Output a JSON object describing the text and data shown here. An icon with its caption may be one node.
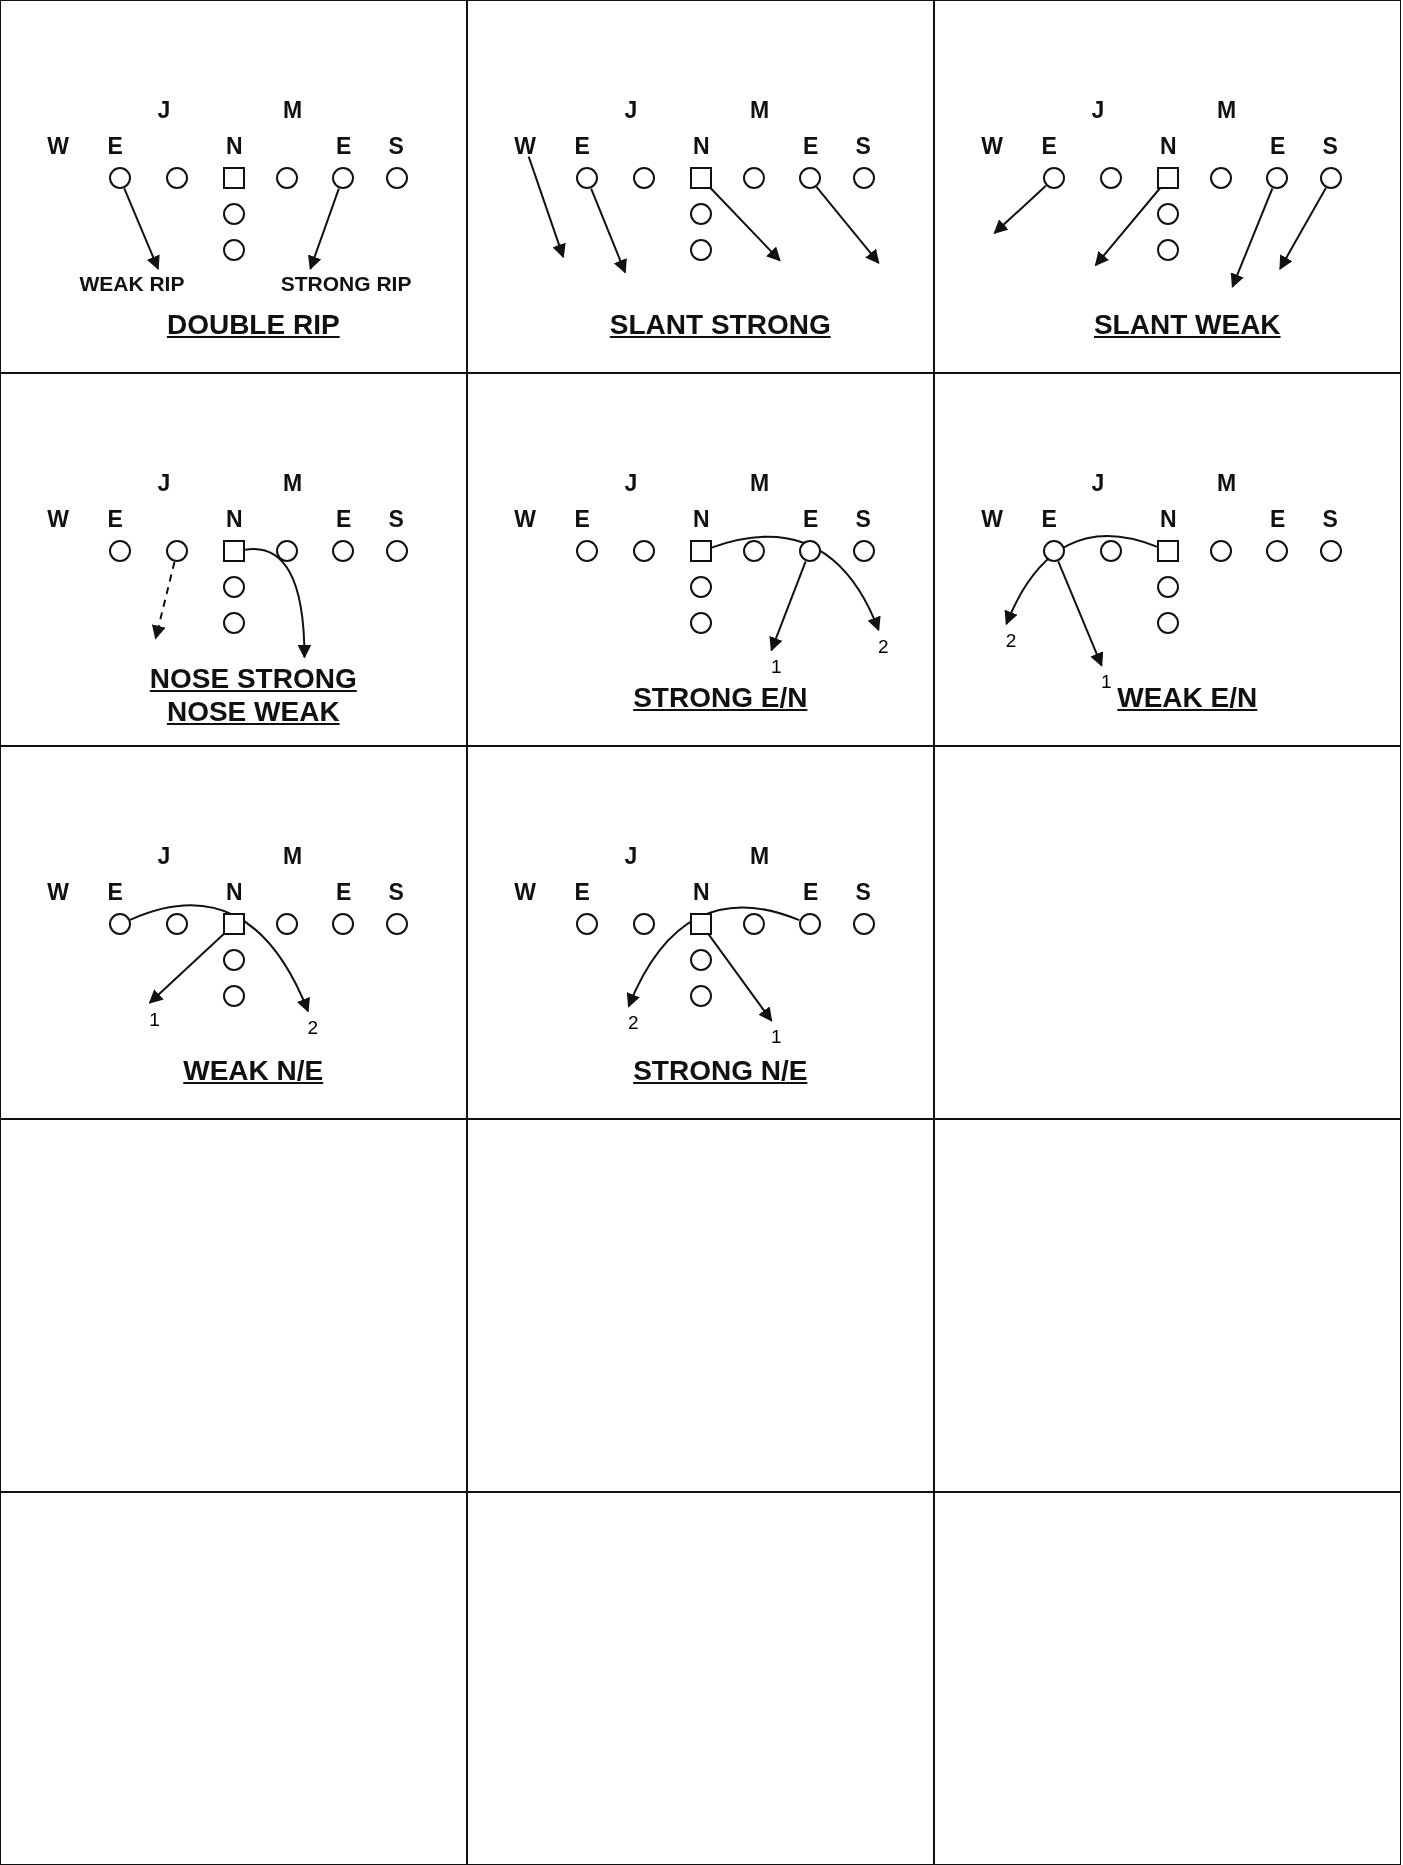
{
  "diagram": {
    "nodes": [
      {
        "text": [
          "DOUBLE RIP"
        ]
      },
      {
        "text": [],
        "shape": "circle",
        "in": 0
      },
      {
        "text": [],
        "shape": "circle",
        "in": 0
      },
      {
        "text": [],
        "shape": "box",
        "in": 0
      },
      {
        "text": [],
        "shape": "circle",
        "in": 0
      },
      {
        "text": [],
        "shape": "circle",
        "in": 0
      },
      {
        "text": [],
        "shape": "circle",
        "in": 0
      },
      {
        "text": [],
        "shape": "circle",
        "in": 0
      },
      {
        "text": [],
        "shape": "circle",
        "in": 0
      },
      {
        "text": [
          "WEAK RIP"
        ],
        "in": 0
      },
      {
        "text": [
          "STRONG RIP"
        ],
        "in": 0
      },
      {
        "text": [
          "SLANT STRONG"
        ]
      },
      {
        "text": [
          "W"
        ],
        "in": 11
      },
      {
        "text": [],
        "shape": "circle",
        "in": 11
      },
      {
        "text": [],
        "shape": "circle",
        "in": 11
      },
      {
        "text": [],
        "shape": "box",
        "in": 11
      },
      {
        "text": [],
        "shape": "circle",
        "in": 11
      },
      {
        "text": [],
        "shape": "circle",
        "in": 11
      },
      {
        "text": [],
        "shape": "circle",
        "in": 11
      },
      {
        "text": [],
        "shape": "circle",
        "in": 11
      },
      {
        "text": [],
        "shape": "circle",
        "in": 11
      },
      {
        "text": [
          "SLANT WEAK"
        ]
      },
      {
        "text": [],
        "shape": "circle",
        "in": 21
      },
      {
        "text": [],
        "shape": "circle",
        "in": 21
      },
      {
        "text": [],
        "shape": "box",
        "in": 21
      },
      {
        "text": [],
        "shape": "circle",
        "in": 21
      },
      {
        "text": [],
        "shape": "circle",
        "in": 21
      },
      {
        "text": [],
        "shape": "circle",
        "in": 21
      },
      {
        "text": [],
        "shape": "circle",
        "in": 21
      },
      {
        "text": [],
        "shape": "circle",
        "in": 21
      },
      {
        "text": [
          "NOSE STRONG",
          "NOSE WEAK"
        ]
      },
      {
        "text": [],
        "shape": "circle",
        "in": 30
      },
      {
        "text": [],
        "shape": "circle",
        "in": 30
      },
      {
        "text": [],
        "shape": "box",
        "in": 30
      },
      {
        "text": [],
        "shape": "circle",
        "in": 30
      },
      {
        "text": [],
        "shape": "circle",
        "in": 30
      },
      {
        "text": [],
        "shape": "circle",
        "in": 30
      },
      {
        "text": [],
        "shape": "circle",
        "in": 30
      },
      {
        "text": [],
        "shape": "circle",
        "in": 30
      },
      {
        "text": [
          "STRONG E/N"
        ]
      },
      {
        "text": [],
        "shape": "circle",
        "in": 39
      },
      {
        "text": [],
        "shape": "circle",
        "in": 39
      },
      {
        "text": [],
        "shape": "box",
        "in": 39
      },
      {
        "text": [],
        "shape": "circle",
        "in": 39
      },
      {
        "text": [],
        "shape": "circle",
        "in": 39
      },
      {
        "text": [],
        "shape": "circle",
        "in": 39
      },
      {
        "text": [],
        "shape": "circle",
        "in": 39
      },
      {
        "text": [],
        "shape": "circle",
        "in": 39
      },
      {
        "text": [
          "WEAK E/N"
        ]
      },
      {
        "text": [],
        "shape": "circle",
        "in": 48
      },
      {
        "text": [],
        "shape": "circle",
        "in": 48
      },
      {
        "text": [],
        "shape": "box",
        "in": 48
      },
      {
        "text": [],
        "shape": "circle",
        "in": 48
      },
      {
        "text": [],
        "shape": "circle",
        "in": 48
      },
      {
        "text": [],
        "shape": "circle",
        "in": 48
      },
      {
        "text": [],
        "shape": "circle",
        "in": 48
      },
      {
        "text": [],
        "shape": "circle",
        "in": 48
      },
      {
        "text": [
          "WEAK N/E"
        ]
      },
      {
        "text": [],
        "shape": "circle",
        "in": 57
      },
      {
        "text": [],
        "shape": "circle",
        "in": 57
      },
      {
        "text": [],
        "shape": "box",
        "in": 57
      },
      {
        "text": [],
        "shape": "circle",
        "in": 57
      },
      {
        "text": [],
        "shape": "circle",
        "in": 57
      },
      {
        "text": [],
        "shape": "circle",
        "in": 57
      },
      {
        "text": [],
        "shape": "circle",
        "in": 57
      },
      {
        "text": [],
        "shape": "circle",
        "in": 57
      },
      {
        "text": [
          "STRONG N/E"
        ]
      },
      {
        "text": [],
        "shape": "circle",
        "in": 66
      },
      {
        "text": [],
        "shape": "circle",
        "in": 66
      },
      {
        "text": [],
        "shape": "box",
        "in": 66
      },
      {
        "text": [],
        "shape": "circle",
        "in": 66
      },
      {
        "text": [],
        "shape": "circle",
        "in": 66
      },
      {
        "text": [],
        "shape": "circle",
        "in": 66
      },
      {
        "text": [],
        "shape": "circle",
        "in": 66
      },
      {
        "text": [],
        "shape": "circle",
        "in": 66
      },
      {
        "text": [],
        "shape": "box"
      },
      {
        "text": [],
        "shape": "box"
      },
      {
        "text": [],
        "shape": "box"
      },
      {
        "text": [],
        "shape": "box"
      },
      {
        "text": [],
        "shape": "box"
      },
      {
        "text": [],
        "shape": "box"
      },
      {
        "text": [],
        "shape": "box"
      }
    ],
    "edges": [
      {
        "from": 1,
        "to": 9,
        "arrow": "to"
      },
      {
        "from": 5,
        "to": 10,
        "arrow": "to"
      },
      {
        "from": 12,
        "to": null,
        "arrow": "to"
      },
      {
        "from": 13,
        "to": null,
        "arrow": "to"
      },
      {
        "from": 15,
        "to": null,
        "arrow": "to"
      },
      {
        "from": 17,
        "to": null,
        "arrow": "to"
      },
      {
        "from": 22,
        "to": null,
        "arrow": "to"
      },
      {
        "from": 24,
        "to": null,
        "arrow": "to"
      },
      {
        "from": 26,
        "to": null,
        "arrow": "to"
      },
      {
        "from": 27,
        "to": null,
        "arrow": "to"
      },
      {
        "from": 32,
        "to": null,
        "arrow": "to",
        "style": "dashed"
      },
      {
        "from": 33,
        "to": null,
        "arrow": "to"
      },
      {
        "from": 44,
        "to": null,
        "arrow": "to",
        "label": "1"
      },
      {
        "from": 42,
        "to": null,
        "arrow": "to",
        "label": "2"
      },
      {
        "from": 51,
        "to": null,
        "arrow": "to",
        "label": "2"
      },
      {
        "from": 49,
        "to": null,
        "arrow": "to",
        "label": "1"
      },
      {
        "from": 58,
        "to": null,
        "arrow": "to",
        "label": "2"
      },
      {
        "from": 60,
        "to": null,
        "arrow": "to",
        "label": "1"
      },
      {
        "from": 71,
        "to": null,
        "arrow": "to",
        "label": "2"
      },
      {
        "from": 69,
        "to": null,
        "arrow": "to",
        "label": "1"
      }
    ],
    "labels": [
      "J",
      "M",
      "W",
      "E",
      "N",
      "E",
      "S",
      "J",
      "M",
      "E",
      "N",
      "E",
      "S",
      "J",
      "M",
      "W",
      "E",
      "N",
      "E",
      "S",
      "J",
      "M",
      "W",
      "E",
      "N",
      "E",
      "S",
      "J",
      "M",
      "W",
      "E",
      "N",
      "E",
      "S",
      "J",
      "M",
      "W",
      "E",
      "N",
      "E",
      "S",
      "J",
      "M",
      "W",
      "E",
      "N",
      "E",
      "S",
      "J",
      "M",
      "W",
      "E",
      "N",
      "E",
      "S"
    ]
  }
}
